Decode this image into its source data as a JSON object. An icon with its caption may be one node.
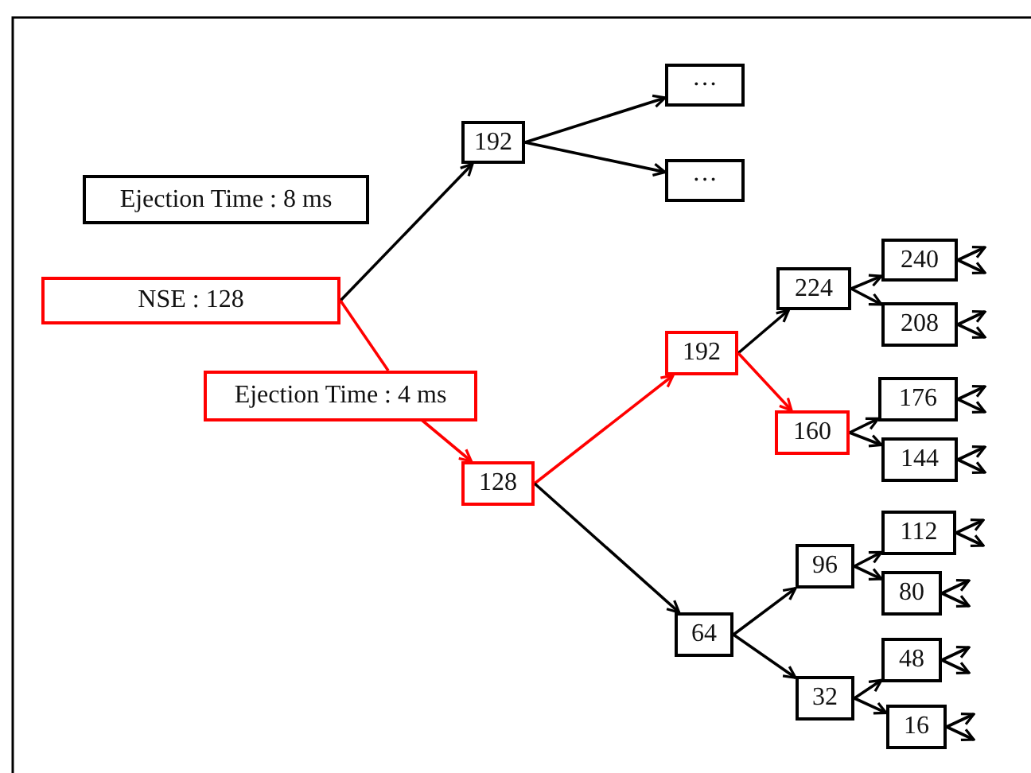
{
  "diagram": {
    "nodes": [
      {
        "text": [
          "Ejection Time : 8 ms"
        ]
      },
      {
        "text": [
          "NSE : 128"
        ]
      },
      {
        "text": [
          "Ejection Time : 4 ms"
        ]
      },
      {
        "text": [
          "192"
        ]
      },
      {
        "text": [
          "···"
        ]
      },
      {
        "text": [
          "···"
        ]
      },
      {
        "text": [
          "128"
        ]
      },
      {
        "text": [
          "192"
        ]
      },
      {
        "text": [
          "64"
        ]
      },
      {
        "text": [
          "224"
        ]
      },
      {
        "text": [
          "160"
        ]
      },
      {
        "text": [
          "96"
        ]
      },
      {
        "text": [
          "32"
        ]
      },
      {
        "text": [
          "240"
        ]
      },
      {
        "text": [
          "208"
        ]
      },
      {
        "text": [
          "176"
        ]
      },
      {
        "text": [
          "144"
        ]
      },
      {
        "text": [
          "112"
        ]
      },
      {
        "text": [
          "80"
        ]
      },
      {
        "text": [
          "48"
        ]
      },
      {
        "text": [
          "16"
        ]
      }
    ],
    "edges": [
      {
        "from": 1,
        "to": 3,
        "arrow": "to"
      },
      {
        "from": 3,
        "to": 4,
        "arrow": "to"
      },
      {
        "from": 3,
        "to": 5,
        "arrow": "to"
      },
      {
        "from": 1,
        "to": 2,
        "arrow": "none",
        "color": "#ff0000"
      },
      {
        "from": 2,
        "to": 6,
        "arrow": "to",
        "color": "#ff0000"
      },
      {
        "from": 6,
        "to": 7,
        "arrow": "to",
        "color": "#ff0000"
      },
      {
        "from": 6,
        "to": 8,
        "arrow": "to"
      },
      {
        "from": 7,
        "to": 9,
        "arrow": "to"
      },
      {
        "from": 7,
        "to": 10,
        "arrow": "to",
        "color": "#ff0000"
      },
      {
        "from": 8,
        "to": 11,
        "arrow": "to"
      },
      {
        "from": 8,
        "to": 12,
        "arrow": "to"
      },
      {
        "from": 9,
        "to": 13,
        "arrow": "to"
      },
      {
        "from": 9,
        "to": 14,
        "arrow": "to"
      },
      {
        "from": 10,
        "to": 15,
        "arrow": "to"
      },
      {
        "from": 10,
        "to": 16,
        "arrow": "to"
      },
      {
        "from": 11,
        "to": 17,
        "arrow": "to"
      },
      {
        "from": 11,
        "to": 18,
        "arrow": "to"
      },
      {
        "from": 12,
        "to": 19,
        "arrow": "to"
      },
      {
        "from": 12,
        "to": 20,
        "arrow": "to"
      },
      {
        "from": 13,
        "to": null,
        "arrow": "to"
      },
      {
        "from": 13,
        "to": null,
        "arrow": "to"
      },
      {
        "from": 14,
        "to": null,
        "arrow": "to"
      },
      {
        "from": 14,
        "to": null,
        "arrow": "to"
      },
      {
        "from": 15,
        "to": null,
        "arrow": "to"
      },
      {
        "from": 15,
        "to": null,
        "arrow": "to"
      },
      {
        "from": 16,
        "to": null,
        "arrow": "to"
      },
      {
        "from": 16,
        "to": null,
        "arrow": "to"
      },
      {
        "from": 17,
        "to": null,
        "arrow": "to"
      },
      {
        "from": 17,
        "to": null,
        "arrow": "to"
      },
      {
        "from": 18,
        "to": null,
        "arrow": "to"
      },
      {
        "from": 18,
        "to": null,
        "arrow": "to"
      },
      {
        "from": 19,
        "to": null,
        "arrow": "to"
      },
      {
        "from": 19,
        "to": null,
        "arrow": "to"
      },
      {
        "from": 20,
        "to": null,
        "arrow": "to"
      },
      {
        "from": 20,
        "to": null,
        "arrow": "to"
      }
    ]
  }
}
